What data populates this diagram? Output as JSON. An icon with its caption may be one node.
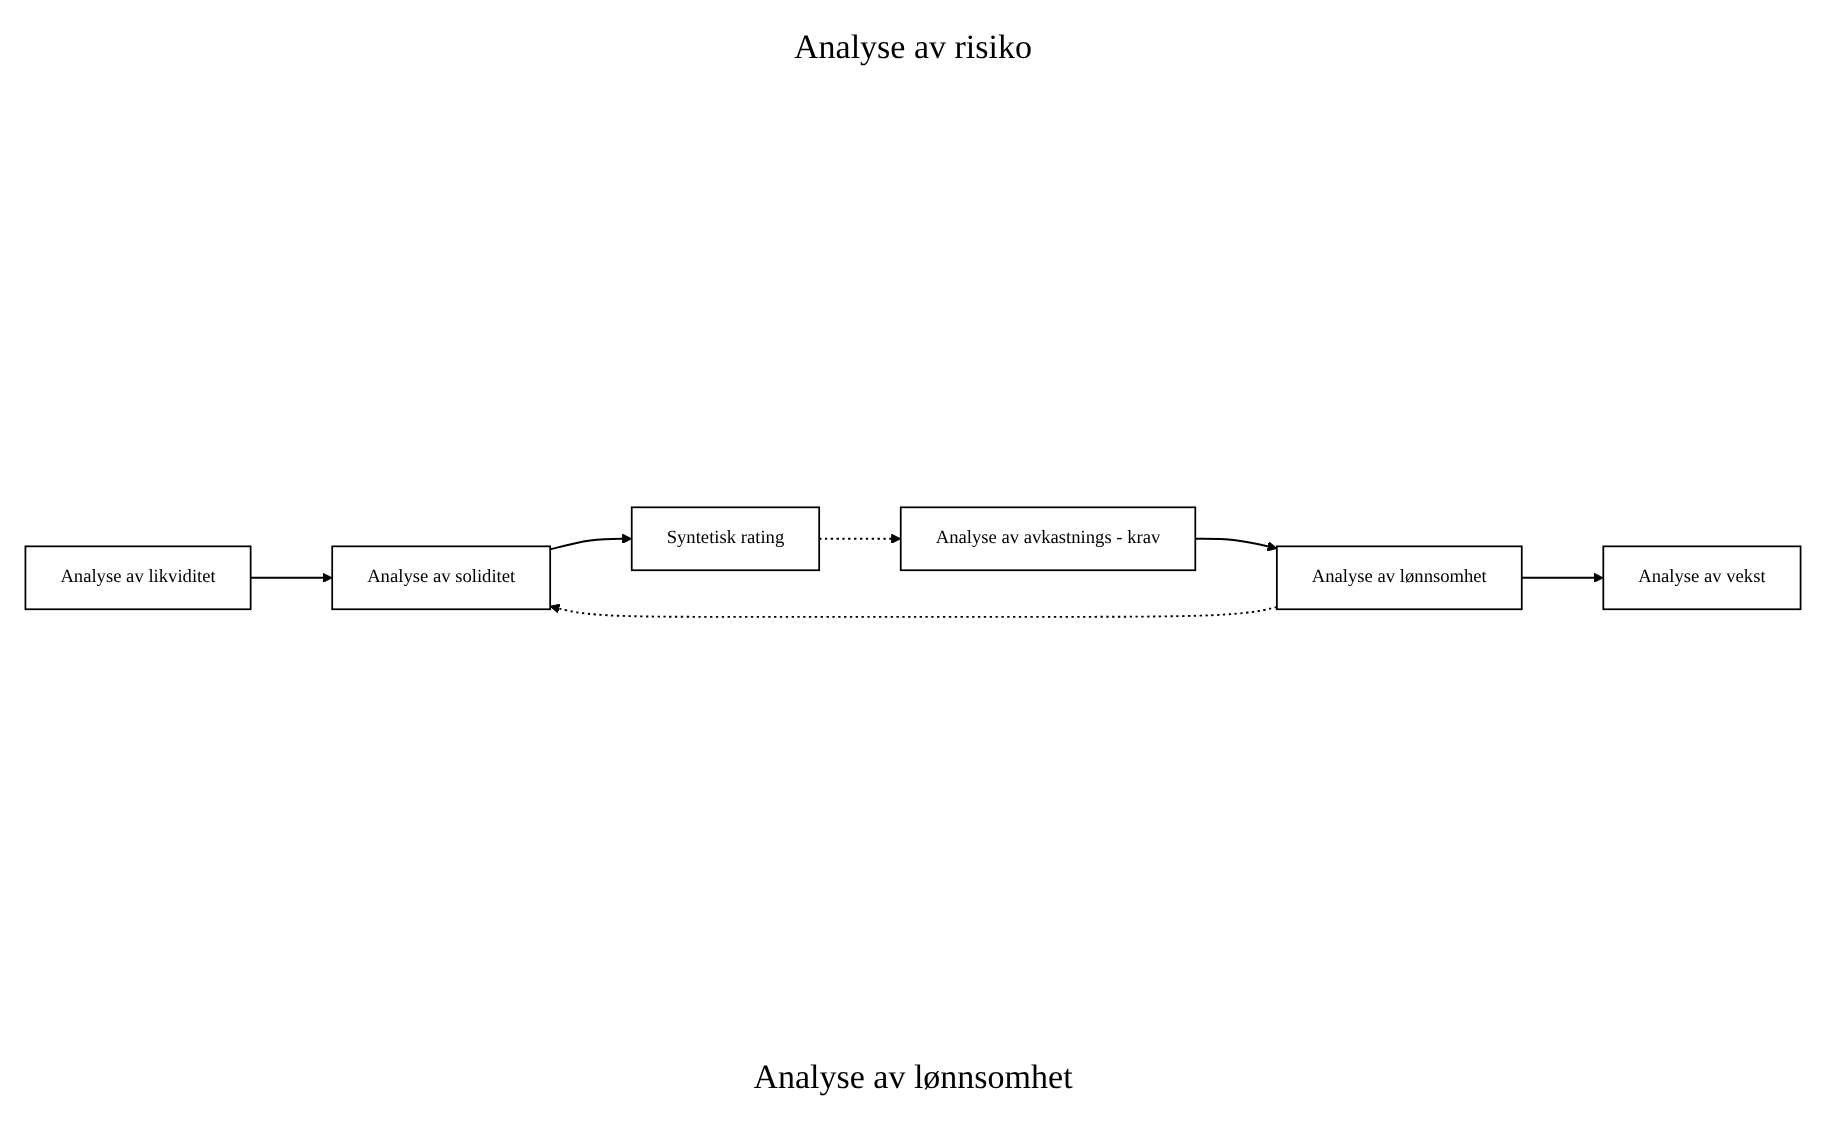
{
  "diagram": {
    "nodes": [
      {
        "text": [
          "Analyse av likviditet"
        ]
      },
      {
        "text": [
          "Analyse av soliditet"
        ]
      },
      {
        "text": [
          "Syntetisk rating"
        ]
      },
      {
        "text": [
          "Analyse av avkastnings - krav"
        ]
      },
      {
        "text": [
          "Analyse av lønnsomhet"
        ]
      },
      {
        "text": [
          "Analyse av vekst"
        ]
      }
    ],
    "edges": [
      {
        "from": 0,
        "to": 1,
        "arrow": "to"
      },
      {
        "from": 1,
        "to": 2,
        "arrow": "to"
      },
      {
        "from": 2,
        "to": 3,
        "arrow": "to",
        "style": "dashed"
      },
      {
        "from": 3,
        "to": 4,
        "arrow": "to"
      },
      {
        "from": 4,
        "to": 5,
        "arrow": "to"
      },
      {
        "from": 4,
        "to": 1,
        "arrow": "to",
        "style": "dashed"
      }
    ],
    "labels": [
      "Analyse av risiko",
      "Analyse av lønnsomhet"
    ]
  }
}
